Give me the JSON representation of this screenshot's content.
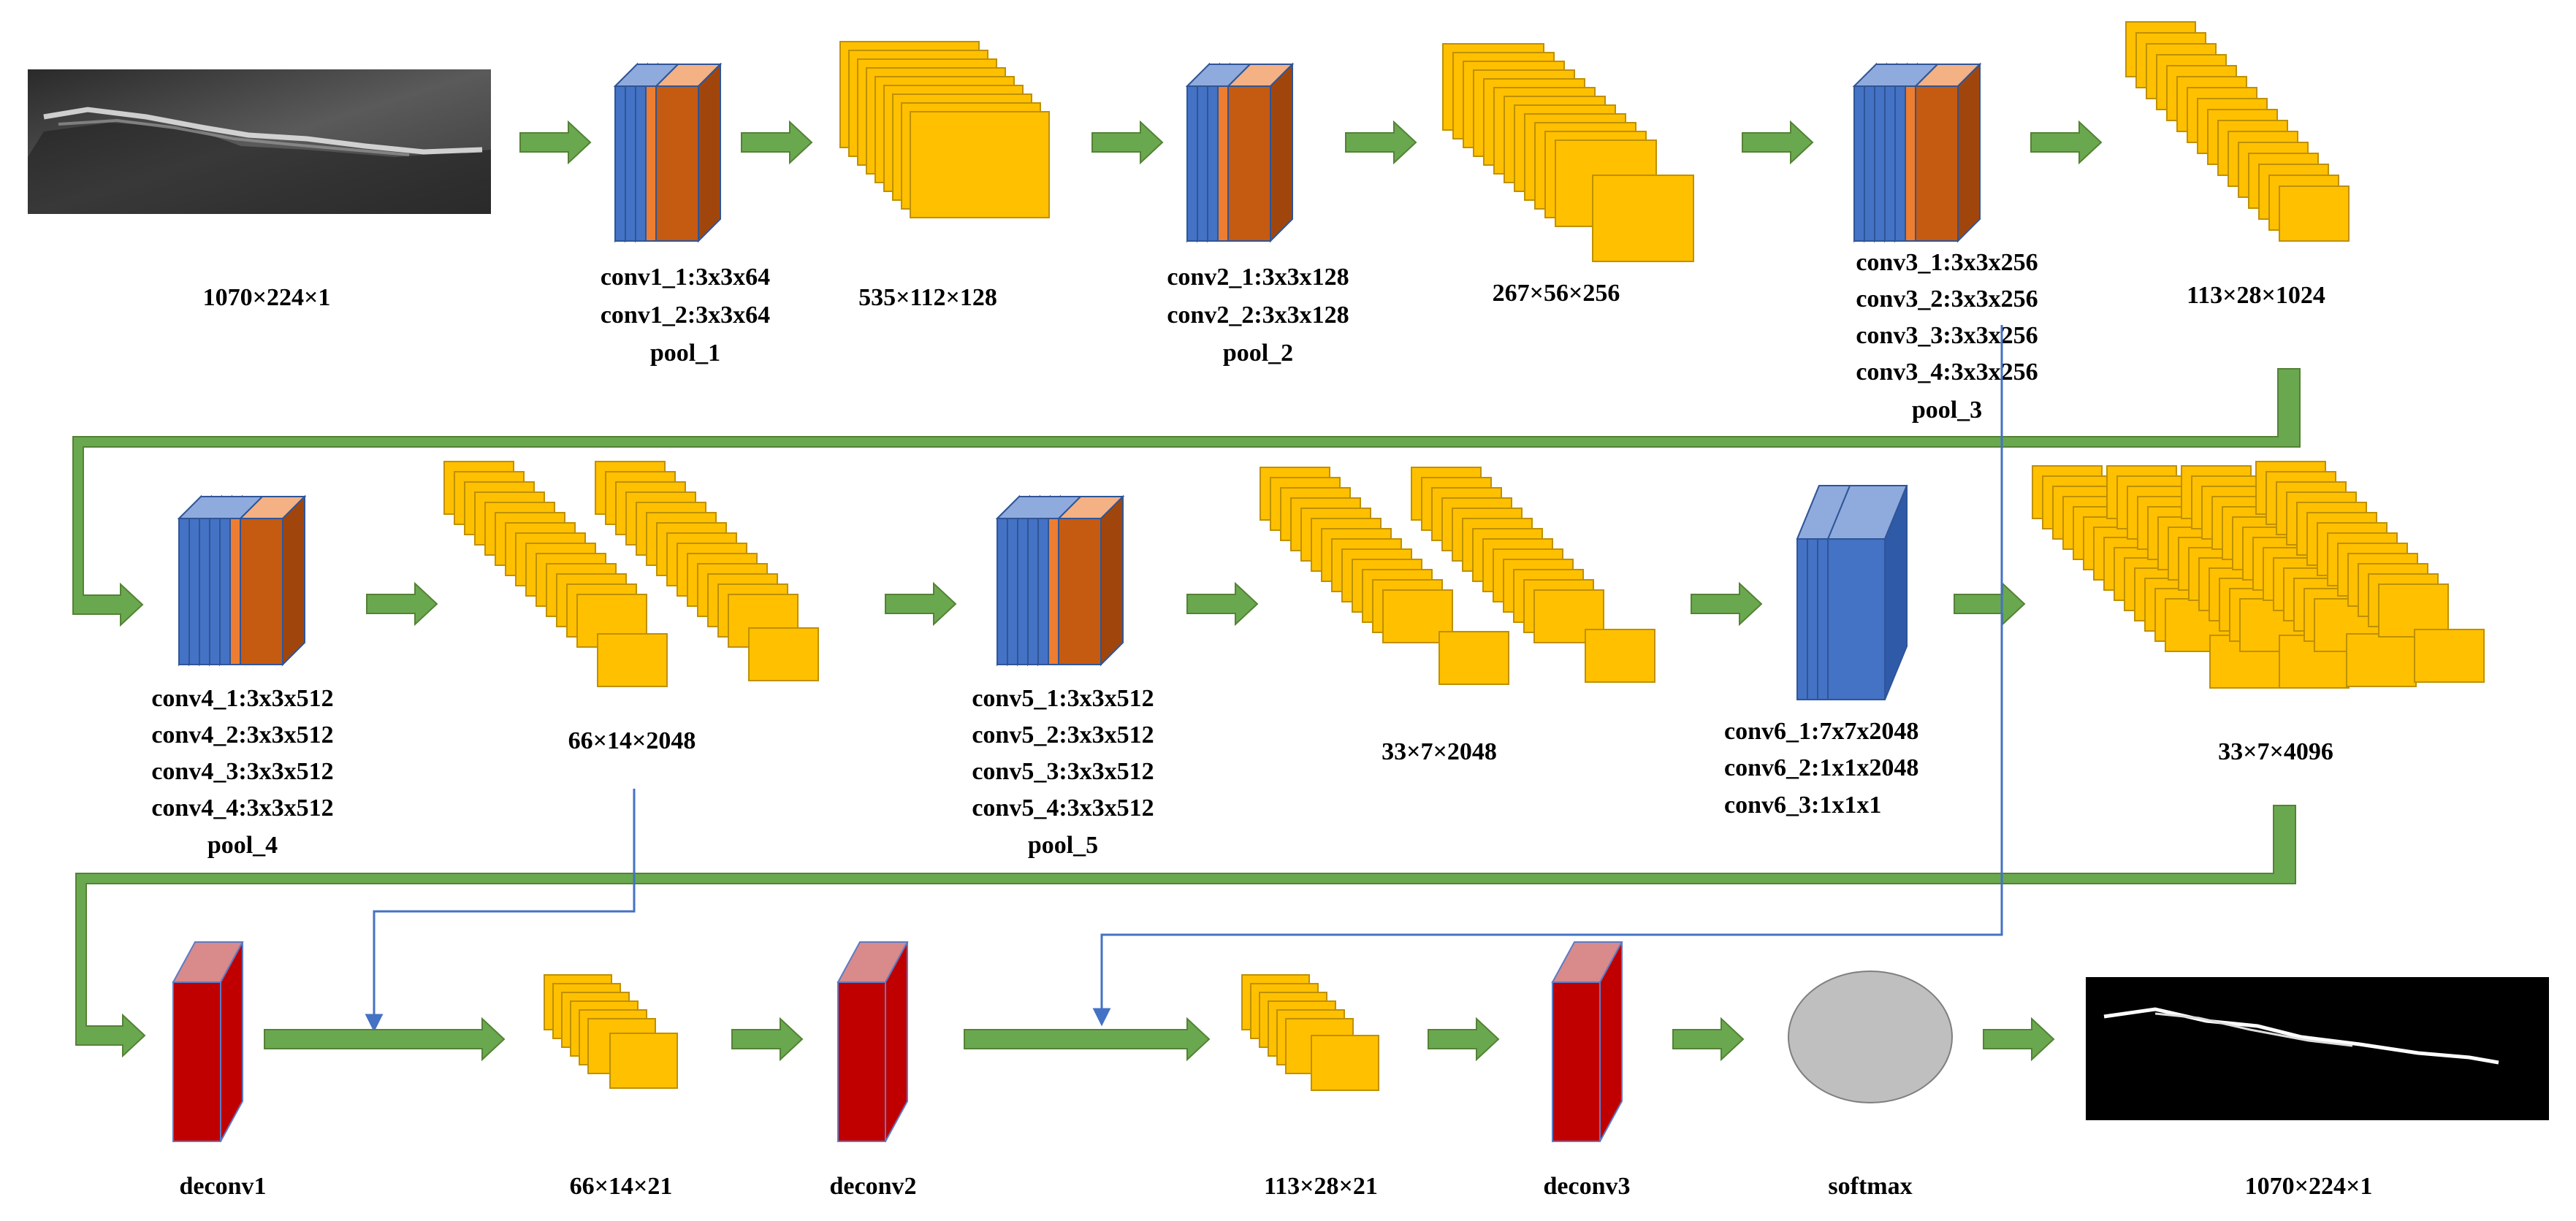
{
  "input_image": {
    "size": "1070×224×1"
  },
  "output_image": {
    "size": "1070×224×1"
  },
  "stage1": {
    "conv1": [
      "conv1_1:3x3x64",
      "conv1_2:3x3x64",
      "pool_1"
    ],
    "fm1": "535×112×128",
    "conv2": [
      "conv2_1:3x3x128",
      "conv2_2:3x3x128",
      "pool_2"
    ],
    "fm2": "267×56×256",
    "conv3": [
      "conv3_1:3x3x256",
      "conv3_2:3x3x256",
      "conv3_3:3x3x256",
      "conv3_4:3x3x256",
      "pool_3"
    ],
    "fm3": "113×28×1024"
  },
  "stage2": {
    "conv4": [
      "conv4_1:3x3x512",
      "conv4_2:3x3x512",
      "conv4_3:3x3x512",
      "conv4_4:3x3x512",
      "pool_4"
    ],
    "fm4": "66×14×2048",
    "conv5": [
      "conv5_1:3x3x512",
      "conv5_2:3x3x512",
      "conv5_3:3x3x512",
      "conv5_4:3x3x512",
      "pool_5"
    ],
    "fm5": "33×7×2048",
    "conv6": [
      "conv6_1:7x7x2048",
      "conv6_2:1x1x2048",
      "conv6_3:1x1x1"
    ],
    "fm6": "33×7×4096"
  },
  "stage3": {
    "deconv1": "deconv1",
    "fm7": "66×14×21",
    "deconv2": "deconv2",
    "fm8": "113×28×21",
    "deconv3": "deconv3",
    "softmax": "softmax"
  },
  "colors": {
    "arrow": "#6aa84f",
    "conv_blue": "#4472c4",
    "conv_orange": "#c55a11",
    "feature_map": "#ffc000",
    "deconv_red": "#c00000",
    "skip_line": "#4472c4",
    "softmax_gray": "#bfbfbf"
  }
}
